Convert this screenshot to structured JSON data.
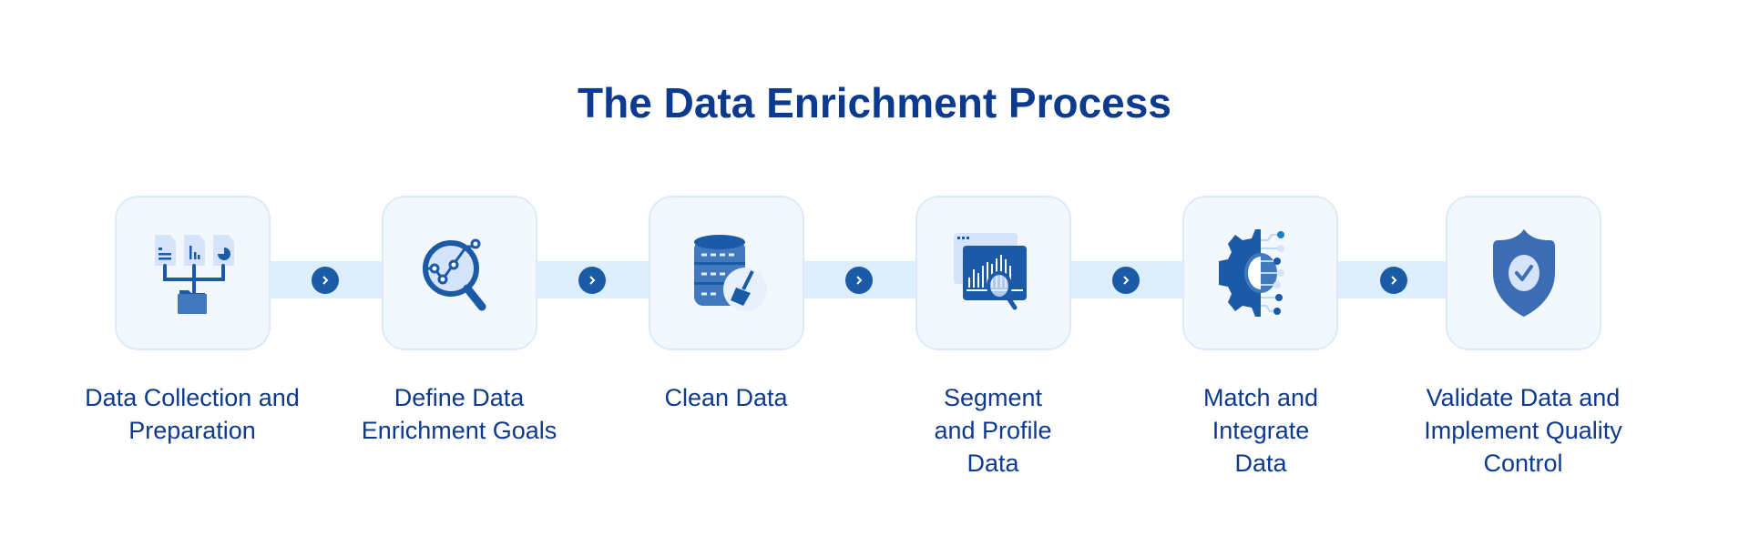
{
  "title": "The Data Enrichment Process",
  "steps": [
    {
      "label": "Data Collection and Preparation",
      "icon": "documents-folder-icon"
    },
    {
      "label": "Define Data Enrichment Goals",
      "icon": "magnifier-chart-icon"
    },
    {
      "label": "Clean Data",
      "icon": "database-broom-icon"
    },
    {
      "label": "Segment and Profile Data",
      "icon": "chart-magnifier-icon"
    },
    {
      "label": "Match and Integrate Data",
      "icon": "gear-circuit-icon"
    },
    {
      "label": "Validate Data and Implement Quality Control",
      "icon": "shield-check-icon"
    }
  ],
  "colors": {
    "primary": "#1b5aa6",
    "title": "#0b3a8e",
    "band": "#ddeefc",
    "box": "#f3f7fe"
  }
}
